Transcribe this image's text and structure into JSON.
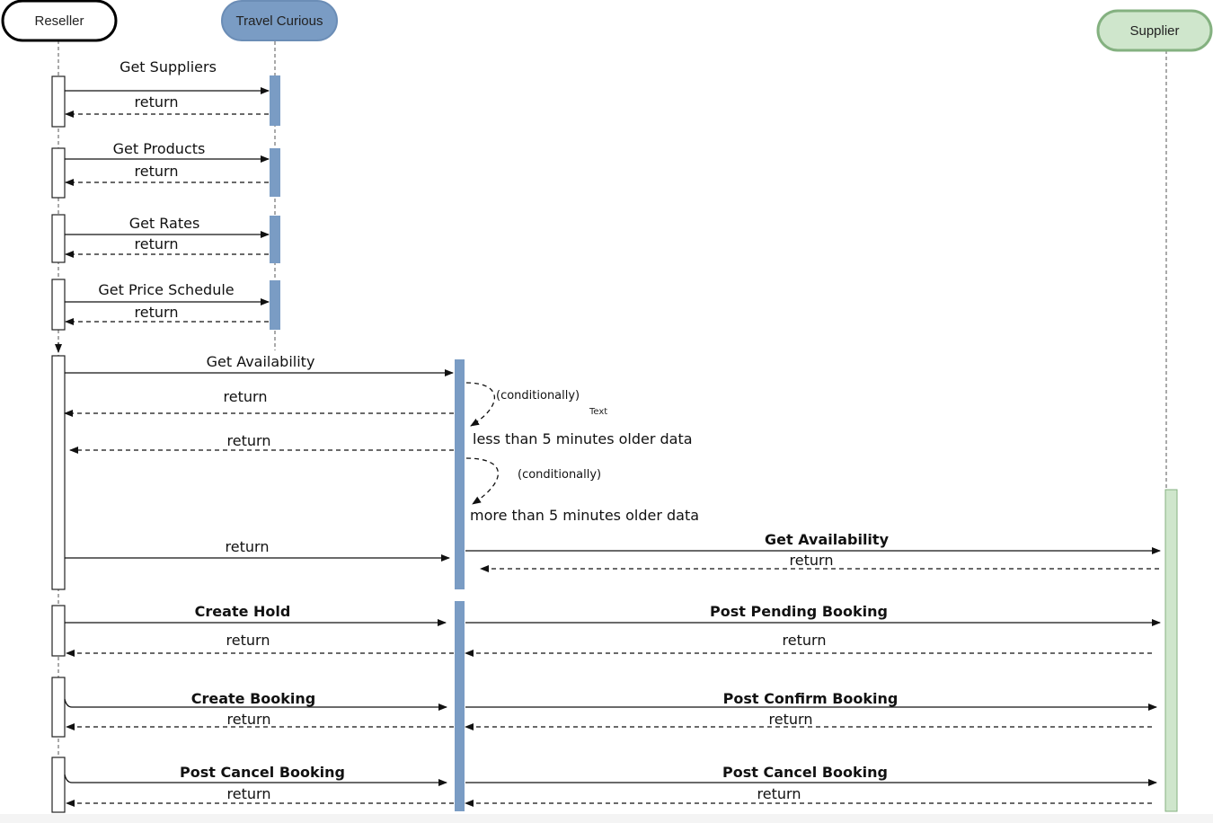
{
  "actors": {
    "reseller": "Reseller",
    "travel_curious": "Travel Curious",
    "supplier": "Supplier"
  },
  "colors": {
    "travel_curious": "#7a9cc4",
    "supplier_fill": "#cfe6cc",
    "supplier_border": "#84b180",
    "activation_blue": "#7a9cc4",
    "activation_green": "#cfe6cc"
  },
  "messages": {
    "get_suppliers": "Get Suppliers",
    "get_products": "Get Products",
    "get_rates": "Get Rates",
    "get_price_schedule": "Get Price Schedule",
    "get_availability": "Get Availability",
    "get_availability_supplier": "Get Availability",
    "create_hold": "Create Hold",
    "post_pending_booking": "Post Pending Booking",
    "create_booking": "Create Booking",
    "post_confirm_booking": "Post Confirm Booking",
    "post_cancel_booking_reseller": "Post Cancel Booking",
    "post_cancel_booking_supplier": "Post Cancel Booking",
    "return": "return"
  },
  "notes": {
    "conditionally_1": "(conditionally)",
    "text": "Text",
    "less_than": "less than 5 minutes older data",
    "conditionally_2": "(conditionally)",
    "more_than": "more than 5 minutes older data"
  }
}
